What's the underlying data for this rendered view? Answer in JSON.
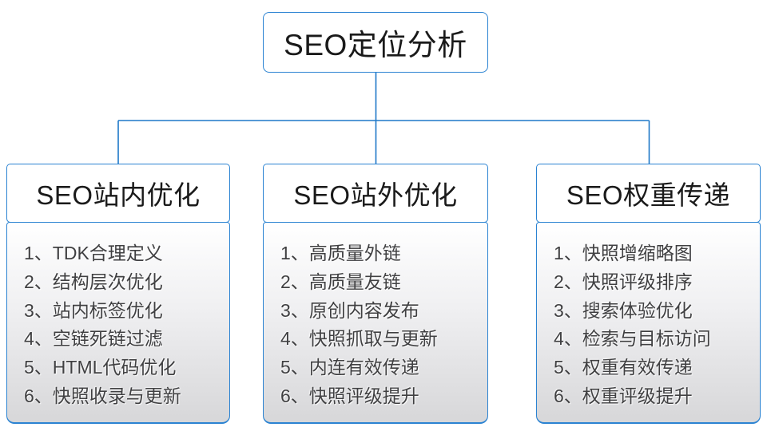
{
  "diagram": {
    "root": {
      "label": "SEO定位分析"
    },
    "branches": [
      {
        "label": "SEO站内优化",
        "items": [
          "1、TDK合理定义",
          "2、结构层次优化",
          "3、站内标签优化",
          "4、空链死链过滤",
          "5、HTML代码优化",
          "6、快照收录与更新"
        ]
      },
      {
        "label": "SEO站外优化",
        "items": [
          "1、高质量外链",
          "2、高质量友链",
          "3、原创内容发布",
          "4、快照抓取与更新",
          "5、内连有效传递",
          "6、快照评级提升"
        ]
      },
      {
        "label": "SEO权重传递",
        "items": [
          "1、快照增缩略图",
          "2、快照评级排序",
          "3、搜索体验优化",
          "4、检索与目标访问",
          "5、权重有效传递",
          "6、权重评级提升"
        ]
      }
    ],
    "colors": {
      "connector_blue": "#1e78c8",
      "box_border_blue": "#2b83d2",
      "heading_text": "#1a1a1a",
      "list_text": "#404042",
      "list_bg_top": "#ffffff",
      "list_bg_bottom": "#d7d7d9"
    }
  }
}
